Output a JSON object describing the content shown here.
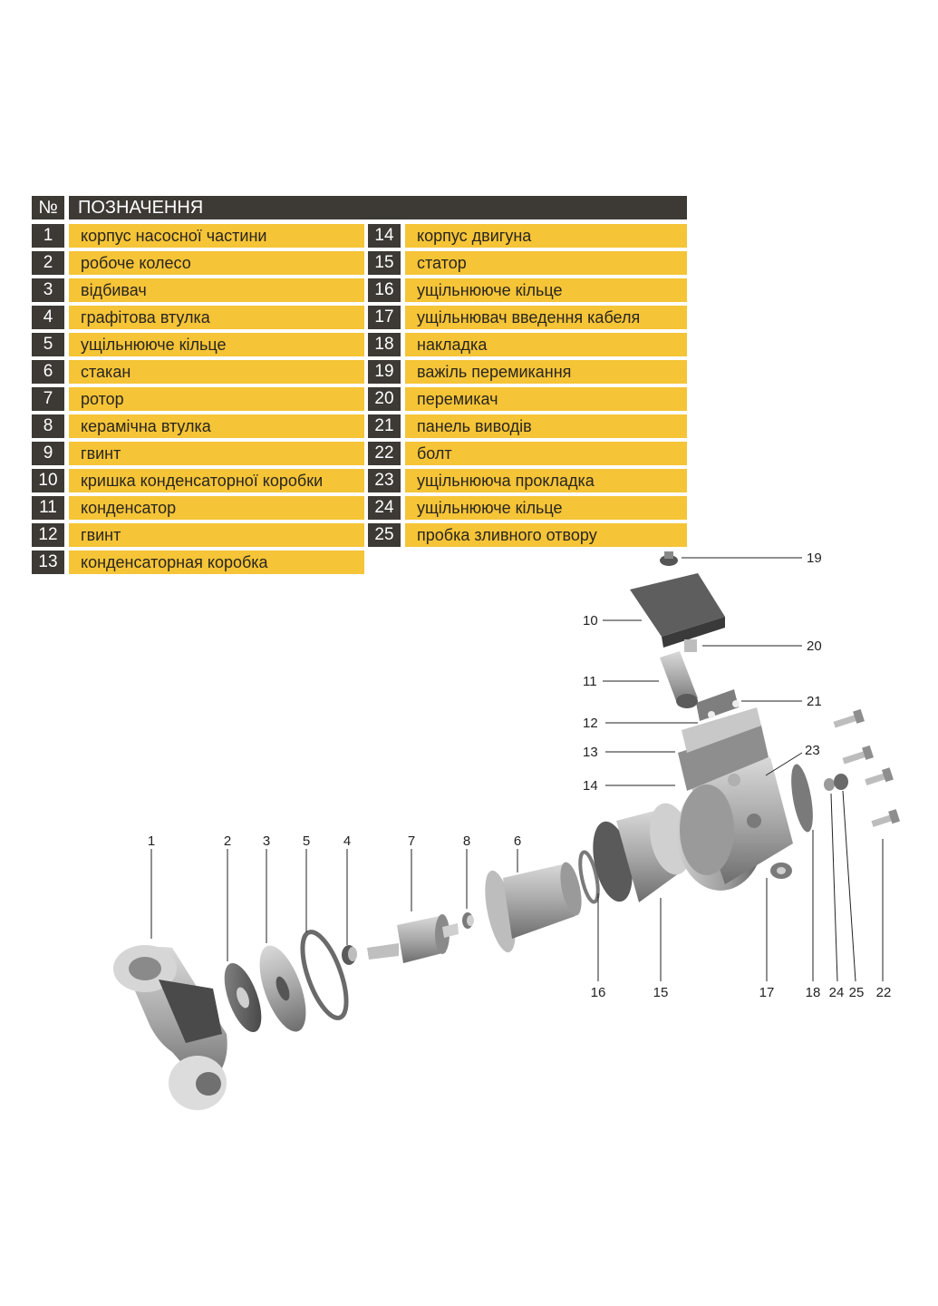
{
  "table": {
    "header": {
      "no": "№",
      "title": "ПОЗНАЧЕННЯ"
    },
    "left": [
      {
        "n": "1",
        "label": "корпус насосної частини"
      },
      {
        "n": "2",
        "label": "робоче колесо"
      },
      {
        "n": "3",
        "label": "відбивач"
      },
      {
        "n": "4",
        "label": "графітова втулка"
      },
      {
        "n": "5",
        "label": "ущільнююче кільце"
      },
      {
        "n": "6",
        "label": "стакан"
      },
      {
        "n": "7",
        "label": "ротор"
      },
      {
        "n": "8",
        "label": "керамічна втулка"
      },
      {
        "n": "9",
        "label": "гвинт"
      },
      {
        "n": "10",
        "label": "кришка конденсаторної коробки"
      },
      {
        "n": "11",
        "label": "конденсатор"
      },
      {
        "n": "12",
        "label": "гвинт"
      },
      {
        "n": "13",
        "label": "конденсаторная коробка"
      }
    ],
    "right": [
      {
        "n": "14",
        "label": "корпус двигуна"
      },
      {
        "n": "15",
        "label": "статор"
      },
      {
        "n": "16",
        "label": "ущільнююче кільце"
      },
      {
        "n": "17",
        "label": "ущільнювач введення кабеля"
      },
      {
        "n": "18",
        "label": "накладка"
      },
      {
        "n": "19",
        "label": "важіль перемикання"
      },
      {
        "n": "20",
        "label": "перемикач"
      },
      {
        "n": "21",
        "label": "панель виводів"
      },
      {
        "n": "22",
        "label": "болт"
      },
      {
        "n": "23",
        "label": "ущільнююча прокладка"
      },
      {
        "n": "24",
        "label": "ущільнююче кільце"
      },
      {
        "n": "25",
        "label": "пробка зливного отвору"
      }
    ]
  },
  "callouts": {
    "c1": "1",
    "c2": "2",
    "c3": "3",
    "c5": "5",
    "c4": "4",
    "c7": "7",
    "c8": "8",
    "c6": "6",
    "c10": "10",
    "c11": "11",
    "c12": "12",
    "c13": "13",
    "c14": "14",
    "c19": "19",
    "c20": "20",
    "c21": "21",
    "c23": "23",
    "c16": "16",
    "c15": "15",
    "c17": "17",
    "c18": "18",
    "c24": "24",
    "c25": "25",
    "c22": "22"
  },
  "colors": {
    "header_bg": "#3d3935",
    "cell_bg": "#f5c437"
  }
}
